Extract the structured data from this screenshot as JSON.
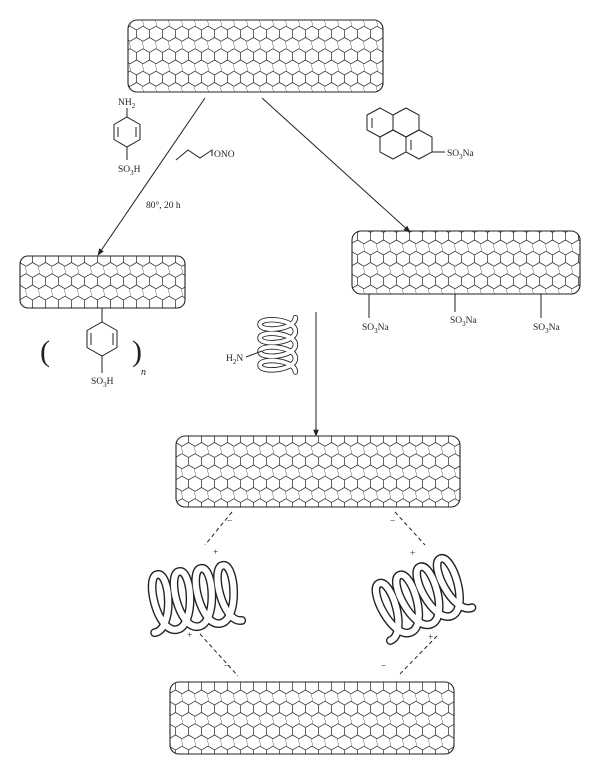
{
  "reagents": {
    "aniline_amine": "NH",
    "aniline_amine_sub": "2",
    "aniline_sulfonic": "SO",
    "aniline_sulfonic_sub": "3",
    "aniline_sulfonic_tail": "H",
    "nitrite": "ONO",
    "conditions": "80°, 20 h",
    "pyrene_group": "SO",
    "pyrene_group_sub": "3",
    "pyrene_group_tail": "Na"
  },
  "functionalized_left": {
    "paren_open": "(",
    "paren_close": ")",
    "repeat_index": "n",
    "group": "SO",
    "group_sub": "3",
    "group_tail": "H"
  },
  "functionalized_right": {
    "group": "SO",
    "group_sub": "3",
    "group_tail": "Na"
  },
  "helix_amine": {
    "label": "H",
    "label_sub": "2",
    "label_tail": "N"
  },
  "charges": {
    "negative": "−",
    "positive": "+"
  }
}
